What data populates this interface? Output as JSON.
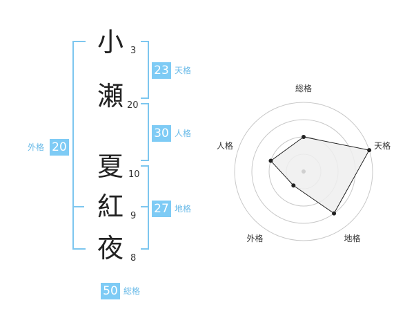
{
  "name": {
    "chars": [
      {
        "char": "小",
        "strokes": "3"
      },
      {
        "char": "瀬",
        "strokes": "20"
      },
      {
        "char": "夏",
        "strokes": "10"
      },
      {
        "char": "紅",
        "strokes": "9"
      },
      {
        "char": "夜",
        "strokes": "8"
      }
    ]
  },
  "fortune": {
    "tenkaku": {
      "value": "23",
      "label": "天格"
    },
    "jinkaku": {
      "value": "30",
      "label": "人格"
    },
    "chikaku": {
      "value": "27",
      "label": "地格"
    },
    "gaikaku": {
      "value": "20",
      "label": "外格"
    },
    "soukaku": {
      "value": "50",
      "label": "総格"
    }
  },
  "chart_data": {
    "type": "radar",
    "axes": [
      "総格",
      "天格",
      "地格",
      "外格",
      "人格"
    ],
    "values": [
      2,
      4,
      3,
      1,
      2
    ],
    "max": 4,
    "rings": 4
  },
  "colors": {
    "accent": "#7ecbf5",
    "brace": "#7cc6ef"
  }
}
